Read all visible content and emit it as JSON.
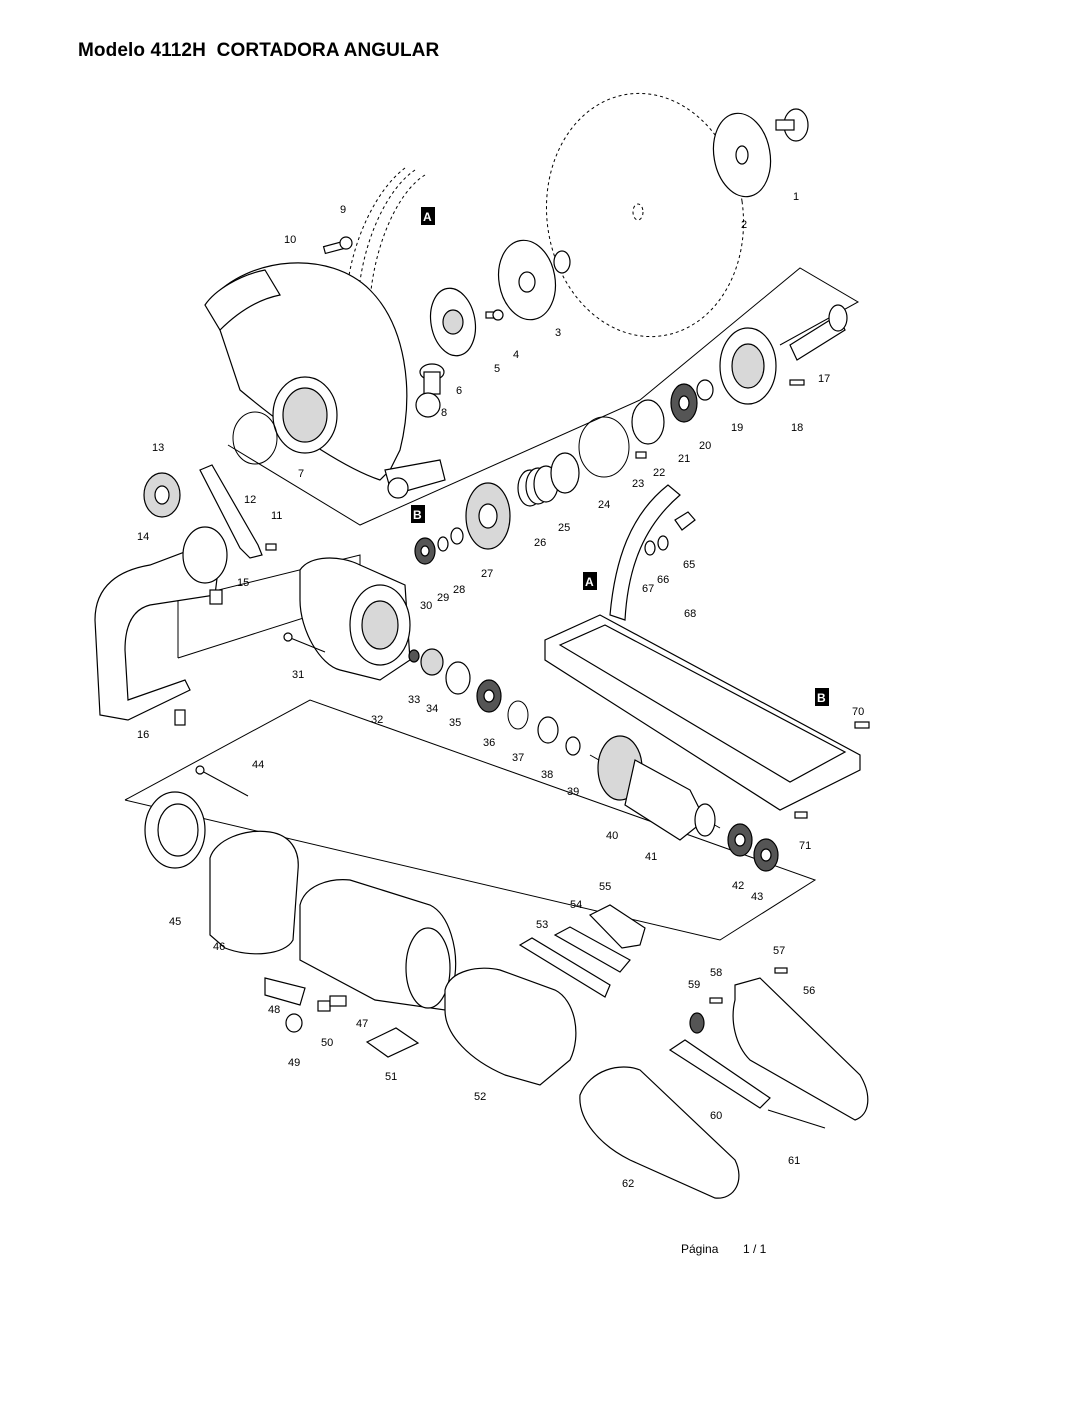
{
  "title": "Modelo 4112H  CORTADORA ANGULAR",
  "footer": {
    "label": "Página",
    "value": "1 / 1"
  },
  "markers": [
    "A",
    "B"
  ],
  "parts": [
    "1",
    "2",
    "3",
    "4",
    "5",
    "6",
    "7",
    "8",
    "9",
    "10",
    "11",
    "12",
    "13",
    "14",
    "15",
    "16",
    "17",
    "18",
    "19",
    "20",
    "21",
    "22",
    "23",
    "24",
    "25",
    "26",
    "27",
    "28",
    "29",
    "30",
    "31",
    "32",
    "33",
    "34",
    "35",
    "36",
    "37",
    "38",
    "39",
    "40",
    "41",
    "42",
    "43",
    "44",
    "45",
    "46",
    "47",
    "48",
    "49",
    "50",
    "51",
    "52",
    "53",
    "54",
    "55",
    "56",
    "57",
    "58",
    "59",
    "60",
    "61",
    "62",
    "65",
    "66",
    "67",
    "68",
    "70",
    "71"
  ]
}
